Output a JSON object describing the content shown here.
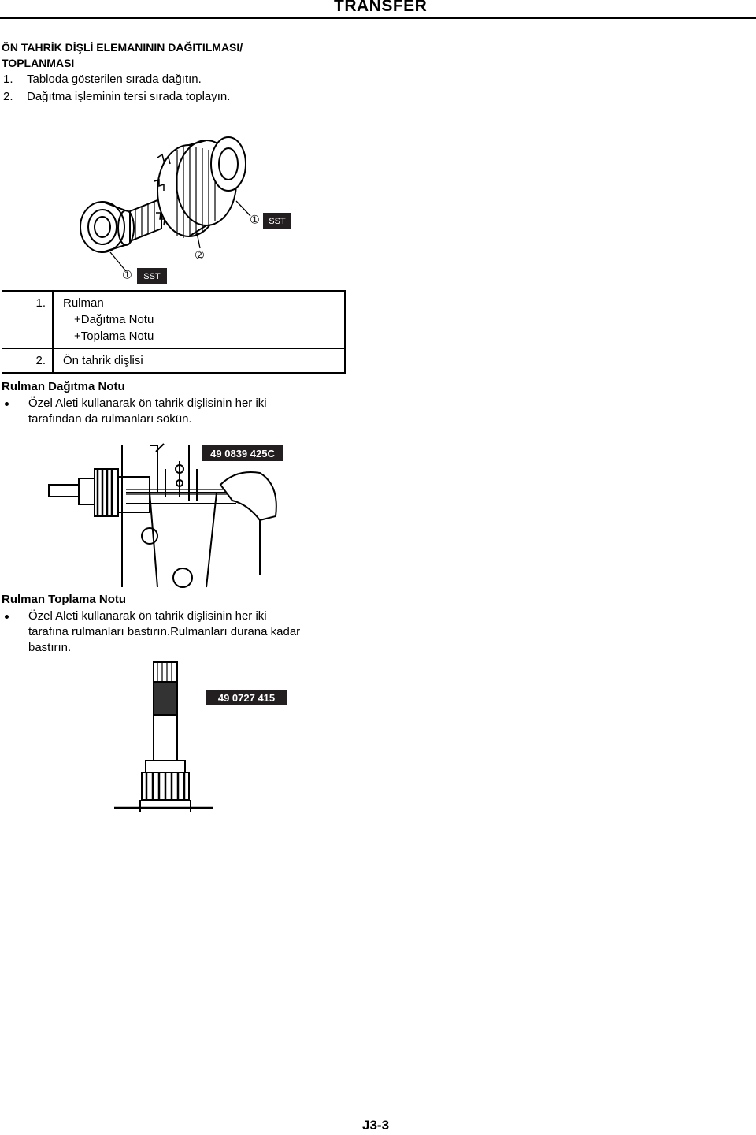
{
  "header": {
    "title": "TRANSFER"
  },
  "section": {
    "heading_line1": "ÖN TAHRİK DİŞLİ ELEMANININ DAĞITILMASI/",
    "heading_line2": "TOPLANMASI",
    "steps": [
      {
        "num": "1.",
        "text": "Tabloda gösterilen sırada dağıtın."
      },
      {
        "num": "2.",
        "text": "Dağıtma işleminin tersi sırada toplayın."
      }
    ]
  },
  "figure1": {
    "callout_1": "➀",
    "callout_2": "➁",
    "sst_label": "SST"
  },
  "parts_table": {
    "rows": [
      {
        "num": "1.",
        "lines": [
          "Rulman",
          "+Dağıtma Notu",
          "+Toplama Notu"
        ]
      },
      {
        "num": "2.",
        "lines": [
          "Ön tahrik dişlisi"
        ]
      }
    ]
  },
  "disassembly_note": {
    "title": "Rulman Dağıtma Notu",
    "line1": "Özel Aleti kullanarak ön tahrik dişlisinin her iki",
    "line2": "tarafından da rulmanları sökün.",
    "tool_code": "49 0839 425C"
  },
  "assembly_note": {
    "title": "Rulman Toplama Notu",
    "line1": "Özel Aleti kullanarak ön tahrik dişlisinin her iki",
    "line2": "tarafına rulmanları bastırın.Rulmanları durana kadar",
    "line3": "bastırın.",
    "tool_code": "49 0727 415"
  },
  "footer": {
    "page_number": "J3-3"
  }
}
